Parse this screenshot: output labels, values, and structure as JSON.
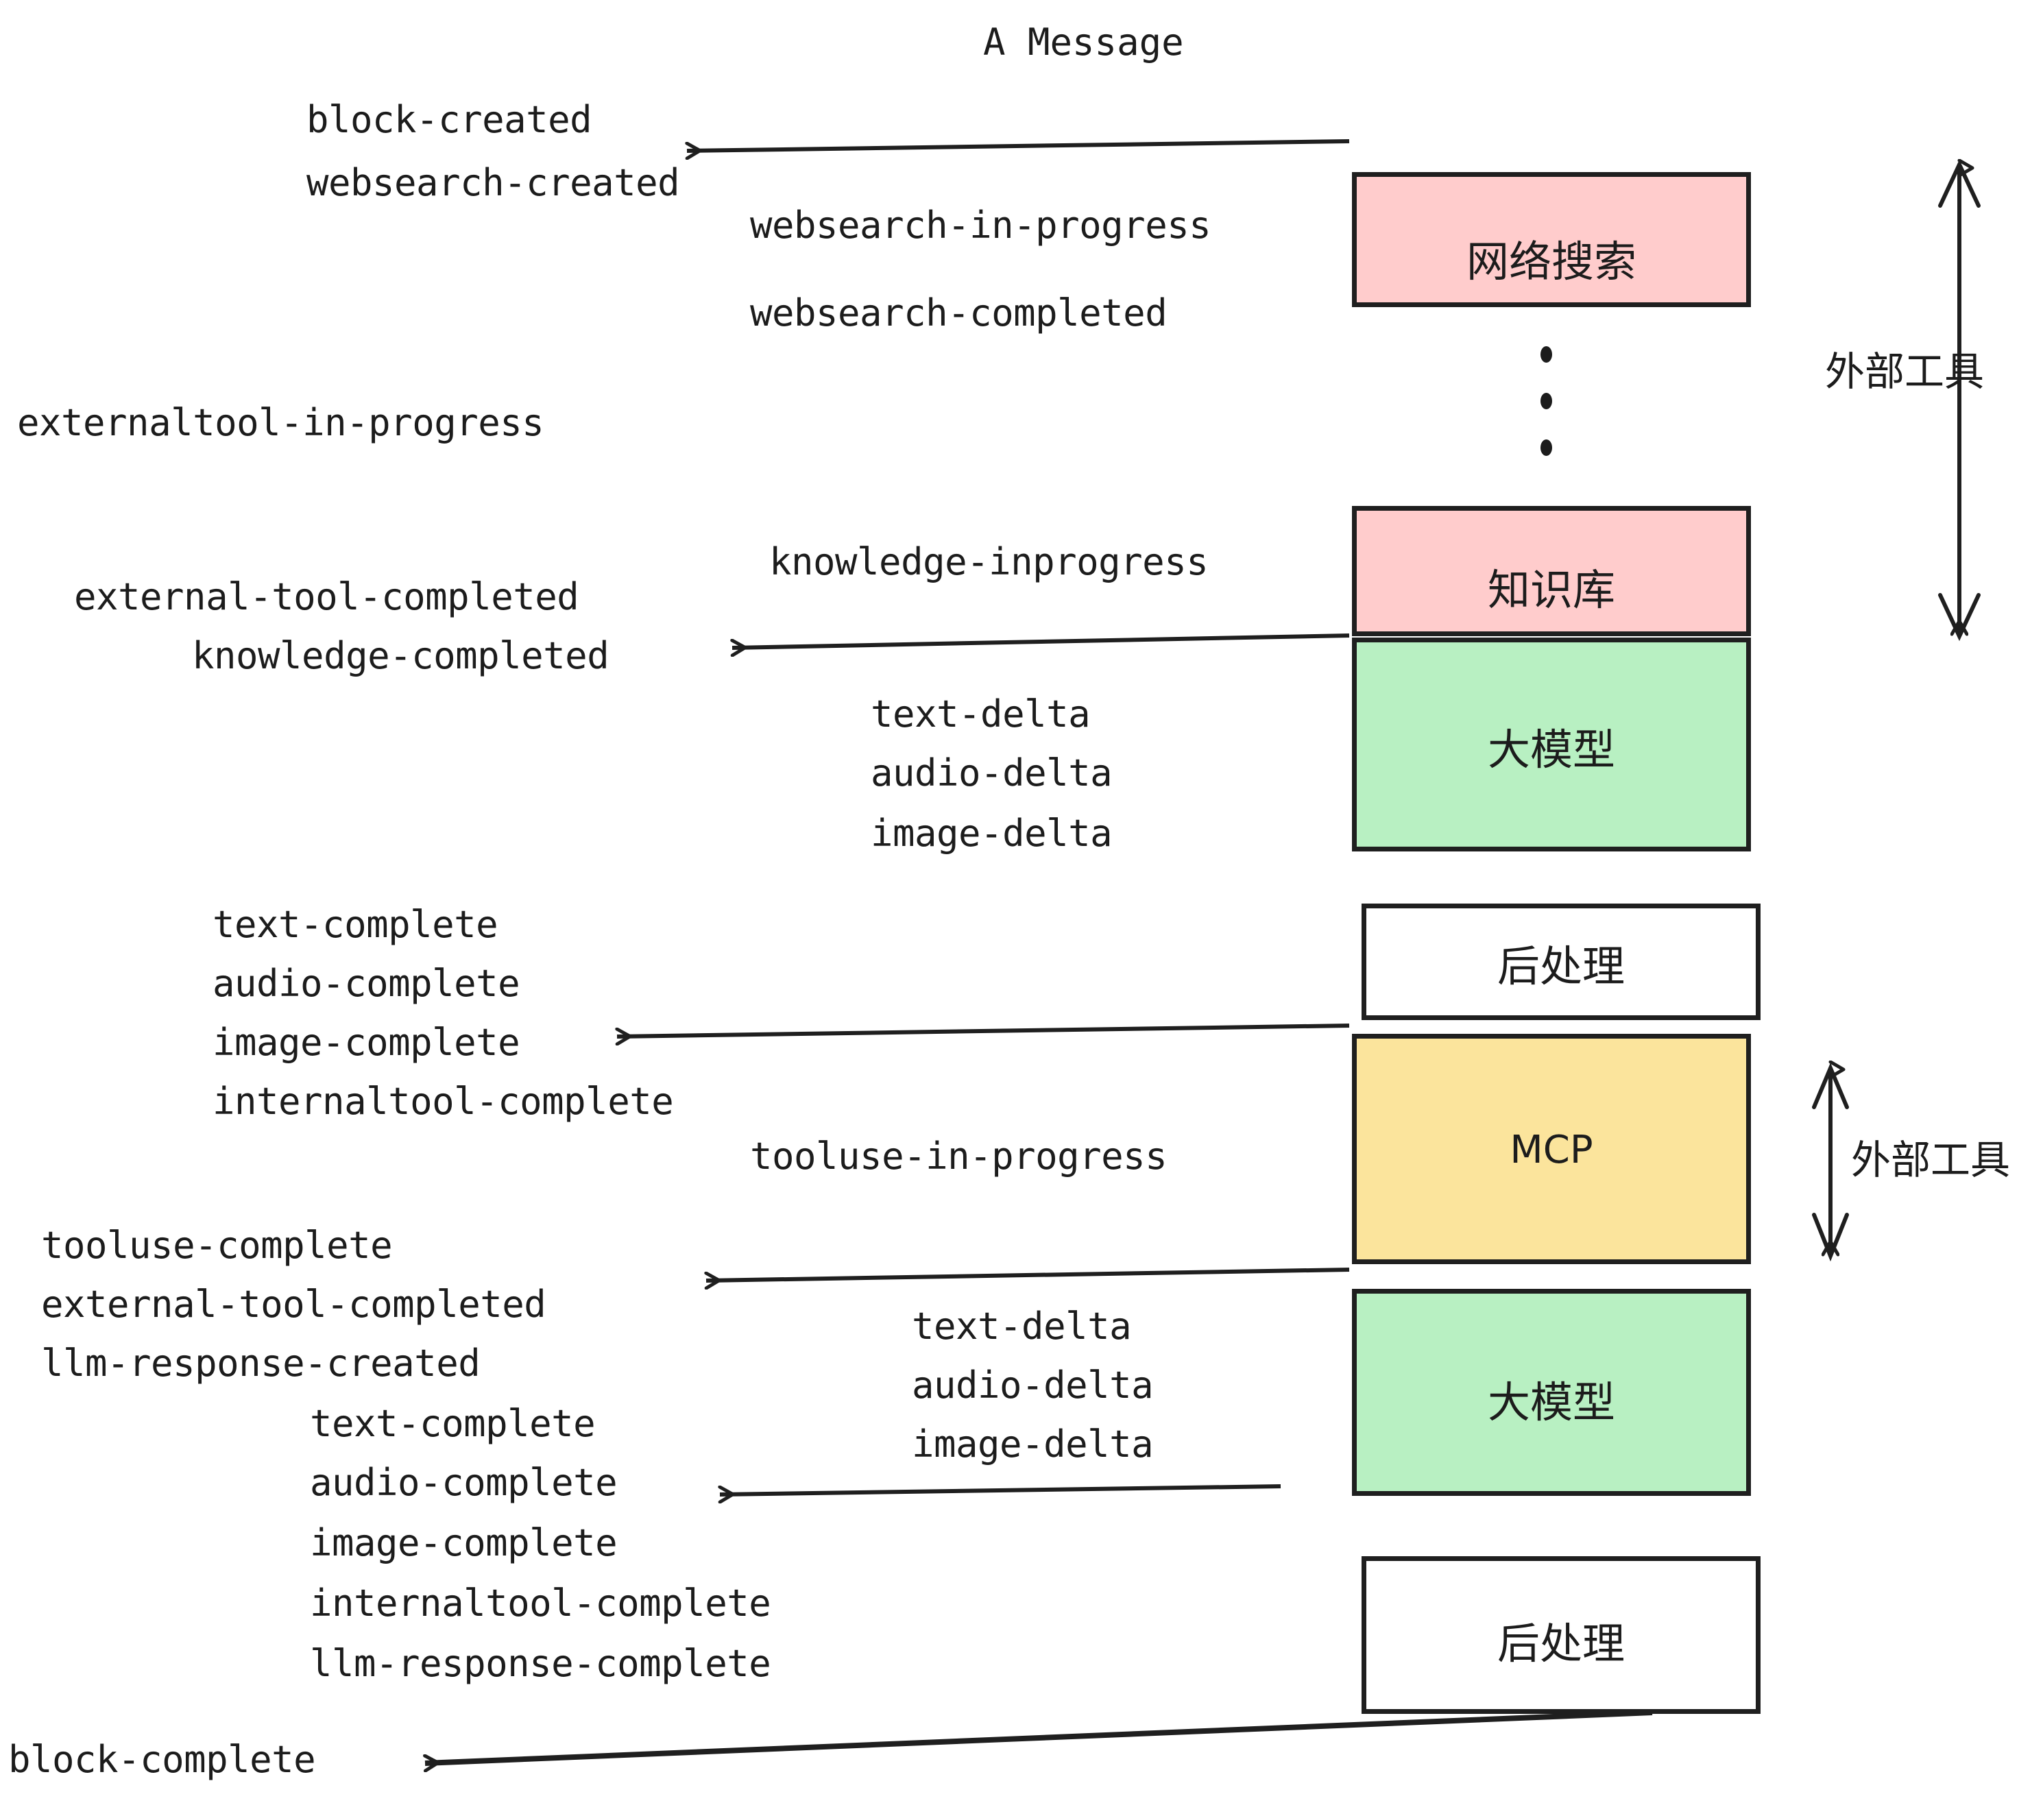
{
  "title": "A Message",
  "colors": {
    "pink": "#FFCCCC",
    "green": "#B8F0C2",
    "yellow": "#FBE49C",
    "white": "#FFFFFF",
    "stroke": "#1F1F1F",
    "text": "#1C1C1C",
    "background": "#FFFFFF"
  },
  "boxes": [
    {
      "id": "websearch",
      "label": "网络搜索"
    },
    {
      "id": "knowledge",
      "label": "知识库"
    },
    {
      "id": "llm-upper",
      "label": "大模型"
    },
    {
      "id": "postprocess-upper",
      "label": "后处理"
    },
    {
      "id": "mcp",
      "label": "MCP"
    },
    {
      "id": "llm-lower",
      "label": "大模型"
    },
    {
      "id": "postprocess-lower",
      "label": "后处理"
    }
  ],
  "side_labels": [
    {
      "id": "external-tools-upper",
      "label": "外部工具"
    },
    {
      "id": "external-tools-lower",
      "label": "外部工具"
    }
  ],
  "events": [
    {
      "id": "block-created",
      "text": "block-created"
    },
    {
      "id": "websearch-created",
      "text": "websearch-created"
    },
    {
      "id": "websearch-in-progress",
      "text": "websearch-in-progress"
    },
    {
      "id": "websearch-completed",
      "text": "websearch-completed"
    },
    {
      "id": "externaltool-in-progress",
      "text": "externaltool-in-progress"
    },
    {
      "id": "knowledge-inprogress",
      "text": "knowledge-inprogress"
    },
    {
      "id": "external-tool-completed-1",
      "text": "external-tool-completed"
    },
    {
      "id": "knowledge-completed",
      "text": "knowledge-completed"
    },
    {
      "id": "text-delta-1",
      "text": "text-delta"
    },
    {
      "id": "audio-delta-1",
      "text": "audio-delta"
    },
    {
      "id": "image-delta-1",
      "text": "image-delta"
    },
    {
      "id": "text-complete-1",
      "text": "text-complete"
    },
    {
      "id": "audio-complete-1",
      "text": "audio-complete"
    },
    {
      "id": "image-complete-1",
      "text": "image-complete"
    },
    {
      "id": "internaltool-complete-1",
      "text": "internaltool-complete"
    },
    {
      "id": "tooluse-in-progress",
      "text": "tooluse-in-progress"
    },
    {
      "id": "tooluse-complete",
      "text": "tooluse-complete"
    },
    {
      "id": "external-tool-completed-2",
      "text": "external-tool-completed"
    },
    {
      "id": "llm-response-created",
      "text": "llm-response-created"
    },
    {
      "id": "text-delta-2",
      "text": "text-delta"
    },
    {
      "id": "audio-delta-2",
      "text": "audio-delta"
    },
    {
      "id": "image-delta-2",
      "text": "image-delta"
    },
    {
      "id": "text-complete-2",
      "text": "text-complete"
    },
    {
      "id": "audio-complete-2",
      "text": "audio-complete"
    },
    {
      "id": "image-complete-2",
      "text": "image-complete"
    },
    {
      "id": "internaltool-complete-2",
      "text": "internaltool-complete"
    },
    {
      "id": "llm-response-complete",
      "text": "llm-response-complete"
    },
    {
      "id": "block-complete",
      "text": "block-complete"
    }
  ]
}
